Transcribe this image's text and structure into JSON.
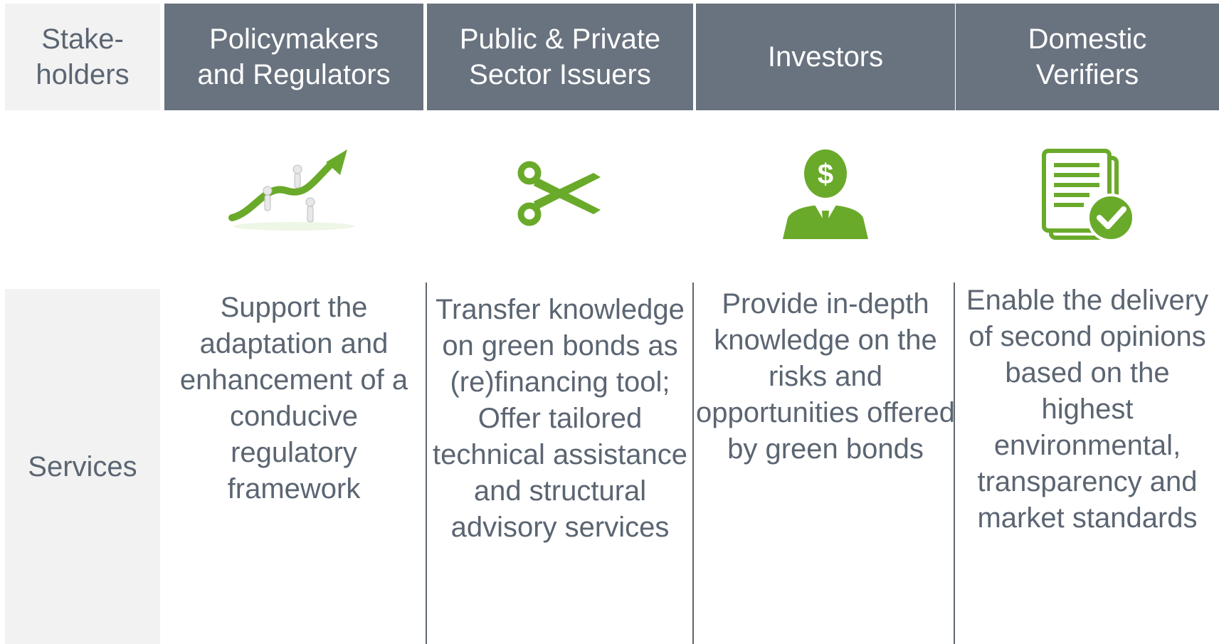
{
  "rows": {
    "stakeholders_label": "Stake-\nholders",
    "services_label": "Services"
  },
  "stakeholders": [
    {
      "header": "Policymakers\nand Regulators",
      "icon": "growth-arrow-icon",
      "service": "Support the adaptation and enhancement of a conducive regulatory framework"
    },
    {
      "header": "Public & Private\nSector Issuers",
      "icon": "scissors-icon",
      "service": "Transfer knowledge on green bonds as (re)financing tool; Offer tailored technical assistance and structural advisory services"
    },
    {
      "header": "Investors",
      "icon": "investor-icon",
      "service": "Provide in-depth knowledge on the risks and opportunities offered by green bonds"
    },
    {
      "header": "Domestic\nVerifiers",
      "icon": "verified-document-icon",
      "service": "Enable the delivery of second opinions based on the highest environmental, transparency and market standards"
    }
  ],
  "colors": {
    "header_bg": "#69737f",
    "label_bg": "#f2f2f2",
    "text": "#5b6572",
    "accent": "#6aaa2a"
  }
}
